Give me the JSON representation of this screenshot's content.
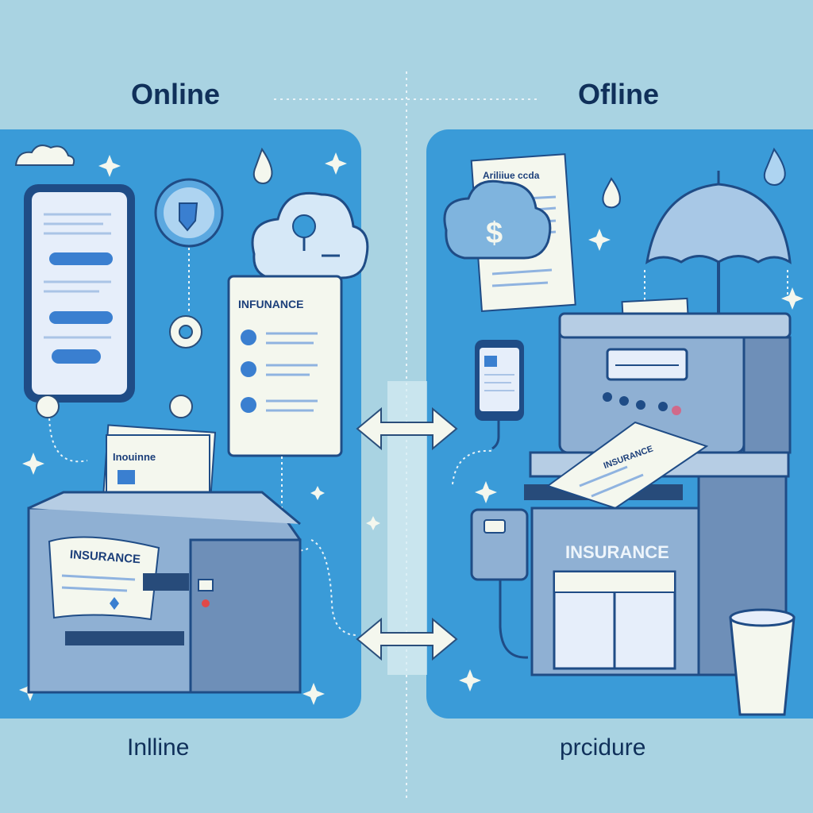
{
  "headings": {
    "top_left": "Online",
    "top_right": "Ofline",
    "bottom_left": "Inlline",
    "bottom_right": "prcidure"
  },
  "documents": {
    "left_doc_title": "INFUNANCE",
    "left_tray_doc": "Inouinne",
    "left_printer_doc": "INSURANCE",
    "right_doc_title": "Ariliiue ccda",
    "right_tray_doc": "INSURANCE",
    "right_kiosk_sign": "INSURANCE",
    "cloud_symbol": "$"
  },
  "colors": {
    "background": "#a9d3e2",
    "panel": "#3a9bd8",
    "heading": "#10305a",
    "machine": "#7fa6c9",
    "machine_dark": "#4f6f94",
    "paper": "#f4f7ee"
  }
}
